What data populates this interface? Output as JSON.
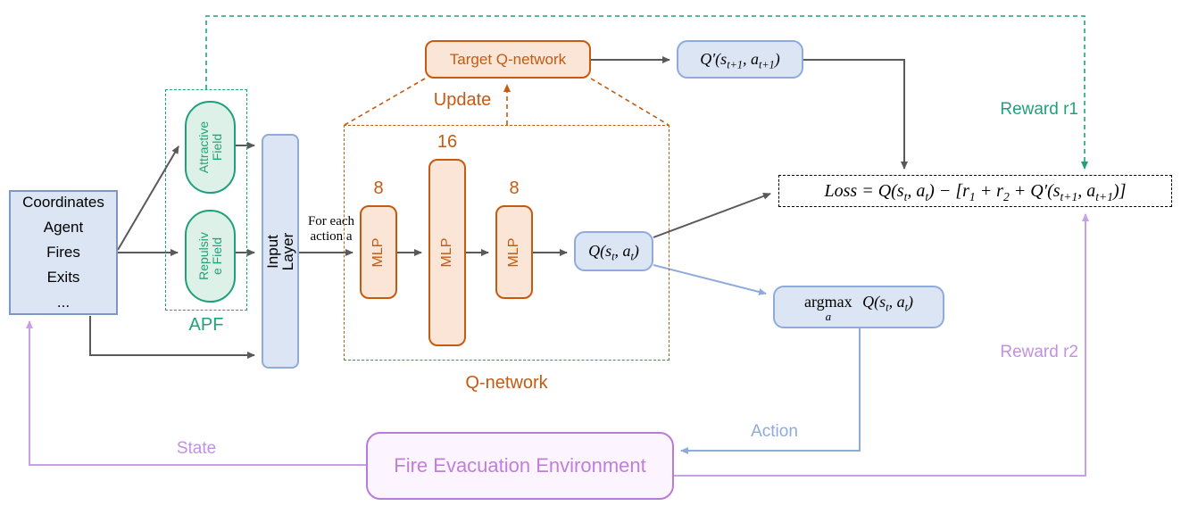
{
  "palette": {
    "blue_fill": "#dbe5f3",
    "blue_border_rect": "#7d96c2",
    "blue_border_round": "#8faadc",
    "orange": "#c55a11",
    "orange_fill": "#fbe5d6",
    "teal": "#21a179",
    "teal_fill": "#def1e8",
    "purple_border": "#b87bd9",
    "purple_text": "#c07fd9",
    "purple_line": "#c9a0e8",
    "purple_label": "#c490e4",
    "gray_arrow": "#595959",
    "blue_arrow": "#8faadc",
    "black": "#000000"
  },
  "nodes": {
    "state_box": {
      "lines": "Coordinates\nAgent\nFires\nExits\n..."
    },
    "apf": {
      "label": "APF",
      "attractive": "Attractive\nField",
      "repulsive": "Repulsiv\ne Field"
    },
    "input_layer": {
      "label": "Input Layer"
    },
    "q_network": {
      "label": "Q-network",
      "mlp1": {
        "size": "8",
        "label": "MLP"
      },
      "mlp2": {
        "size": "16",
        "label": "MLP"
      },
      "mlp3": {
        "size": "8",
        "label": "MLP"
      }
    },
    "target_q": {
      "label": "Target Q-network"
    },
    "q_prime": {
      "math": [
        {
          "t": "Q′(s"
        },
        {
          "sub": "t+1"
        },
        {
          "t": ", a"
        },
        {
          "sub": "t+1"
        },
        {
          "t": ")"
        }
      ]
    },
    "q_out": {
      "math": [
        {
          "t": "Q(s"
        },
        {
          "sub": "t"
        },
        {
          "t": ", a"
        },
        {
          "sub": "t"
        },
        {
          "t": ")"
        }
      ]
    },
    "loss": {
      "math": [
        {
          "t": "Loss = Q(s"
        },
        {
          "sub": "t"
        },
        {
          "t": ", a"
        },
        {
          "sub": "t"
        },
        {
          "t": ") − [r"
        },
        {
          "sub": "1"
        },
        {
          "t": " + r"
        },
        {
          "sub": "2"
        },
        {
          "t": " + Q′(s"
        },
        {
          "sub": "t+1"
        },
        {
          "t": ", a"
        },
        {
          "sub": "t+1"
        },
        {
          "t": ")]"
        }
      ]
    },
    "argmax": {
      "word": "argmax",
      "sub": "a",
      "math": [
        {
          "t": "Q(s"
        },
        {
          "sub": "t"
        },
        {
          "t": ", a"
        },
        {
          "sub": "t"
        },
        {
          "t": ")"
        }
      ]
    },
    "environment": {
      "label": "Fire Evacuation Environment"
    }
  },
  "edge_labels": {
    "update": "Update",
    "reward_r1": "Reward r1",
    "reward_r2": "Reward r2",
    "state": "State",
    "action": "Action",
    "for_each": "For each\naction a"
  }
}
